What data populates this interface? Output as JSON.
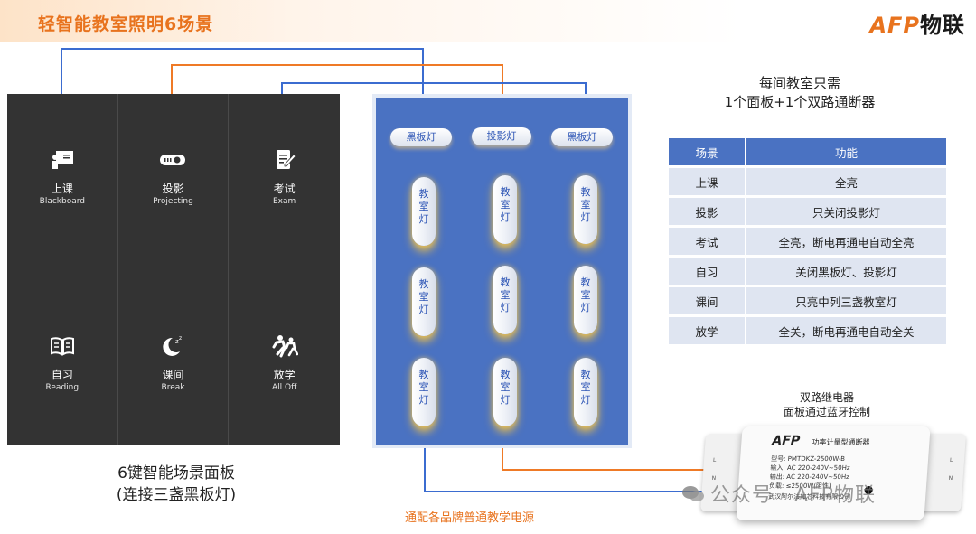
{
  "header": {
    "title": "轻智能教室照明6场景",
    "logo_mark": "AFP",
    "logo_cn": "物联"
  },
  "panel": {
    "keys": [
      {
        "cn": "上课",
        "en": "Blackboard",
        "icon": "blackboard-teacher-icon"
      },
      {
        "cn": "投影",
        "en": "Projecting",
        "icon": "projector-icon"
      },
      {
        "cn": "考试",
        "en": "Exam",
        "icon": "exam-paper-icon"
      },
      {
        "cn": "自习",
        "en": "Reading",
        "icon": "open-book-icon"
      },
      {
        "cn": "课间",
        "en": "Break",
        "icon": "moon-sleep-icon"
      },
      {
        "cn": "放学",
        "en": "All Off",
        "icon": "running-kids-icon"
      }
    ],
    "caption_line1": "6键智能场景面板",
    "caption_line2": "(连接三盏黑板灯)"
  },
  "room": {
    "blackboard_lamps": [
      "黑板灯",
      "投影灯",
      "黑板灯"
    ],
    "classroom_lamp_label": "教室灯"
  },
  "power_note": "通配各品牌普通教学电源",
  "summary": {
    "line1": "每间教室只需",
    "line2": "1个面板+1个双路通断器"
  },
  "scene_table": {
    "headers": [
      "场景",
      "功能"
    ],
    "rows": [
      [
        "上课",
        "全亮"
      ],
      [
        "投影",
        "只关闭投影灯"
      ],
      [
        "考试",
        "全亮，断电再通电自动全亮"
      ],
      [
        "自习",
        "关闭黑板灯、投影灯"
      ],
      [
        "课间",
        "只亮中列三盏教室灯"
      ],
      [
        "放学",
        "全关，断电再通电自动全关"
      ]
    ]
  },
  "relay": {
    "caption_line1": "双路继电器",
    "caption_line2": "面板通过蓝牙控制",
    "brand": "AFP",
    "name": "功率计量型通断器",
    "model": "型号: PMTDKZ-2500W-B",
    "input": "输入: AC 220-240V~50Hz",
    "output": "输出: AC 220-240V~50Hz",
    "load": "负载: ≤2500W(阻性)",
    "maker": "武汉阿尔法加芯科技有限公司",
    "term_l": "L",
    "term_n": "N"
  },
  "watermark": "公众号 · AFP物联",
  "colors": {
    "accent": "#e8731e",
    "blue": "#4a72c2",
    "panel": "#333333",
    "table_row": "#dfe5f1"
  }
}
